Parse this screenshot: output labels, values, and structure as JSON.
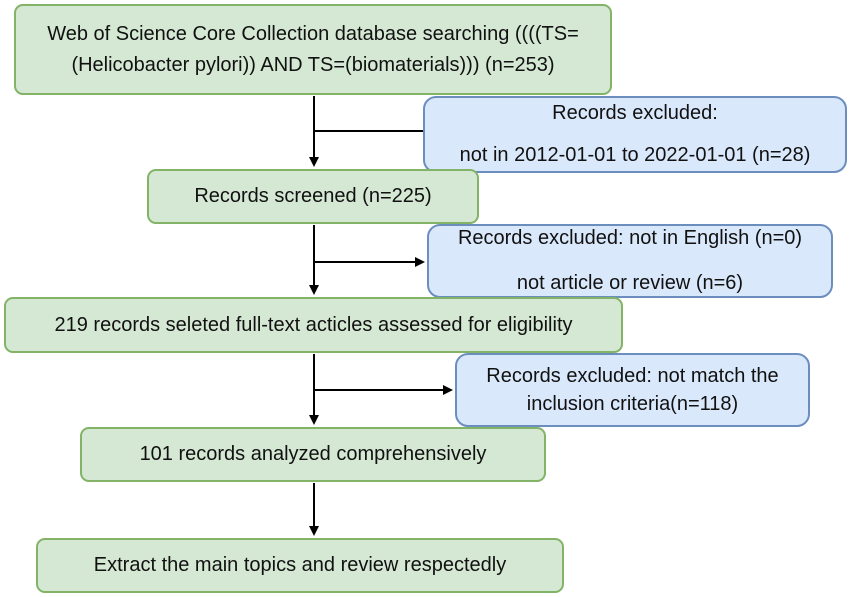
{
  "flow": {
    "search": {
      "line1": "Web of Science Core Collection database searching ((((TS=",
      "line2": "(Helicobacter pylori)) AND TS=(biomaterials))) (n=253)"
    },
    "excluded_date": {
      "line1": "Records excluded:",
      "line2": "not in 2012-01-01 to 2022-01-01 (n=28)"
    },
    "screened": {
      "line1": "Records screened (n=225)"
    },
    "excluded_language": {
      "line1": "Records excluded: not in English (n=0)",
      "line2": "not article or review (n=6)"
    },
    "fulltext": {
      "line1": "219 records seleted full-text acticles assessed for eligibility"
    },
    "excluded_criteria": {
      "line1": "Records excluded: not match the",
      "line2": "inclusion criteria(n=118)"
    },
    "analyzed": {
      "line1": "101 records analyzed comprehensively"
    },
    "extract": {
      "line1": "Extract the main topics and review respectedly"
    }
  },
  "colors": {
    "step_fill": "#d5e8d4",
    "step_border": "#82b366",
    "exclusion_fill": "#dae8fc",
    "exclusion_border": "#6c8ebf",
    "arrow": "#000000"
  }
}
